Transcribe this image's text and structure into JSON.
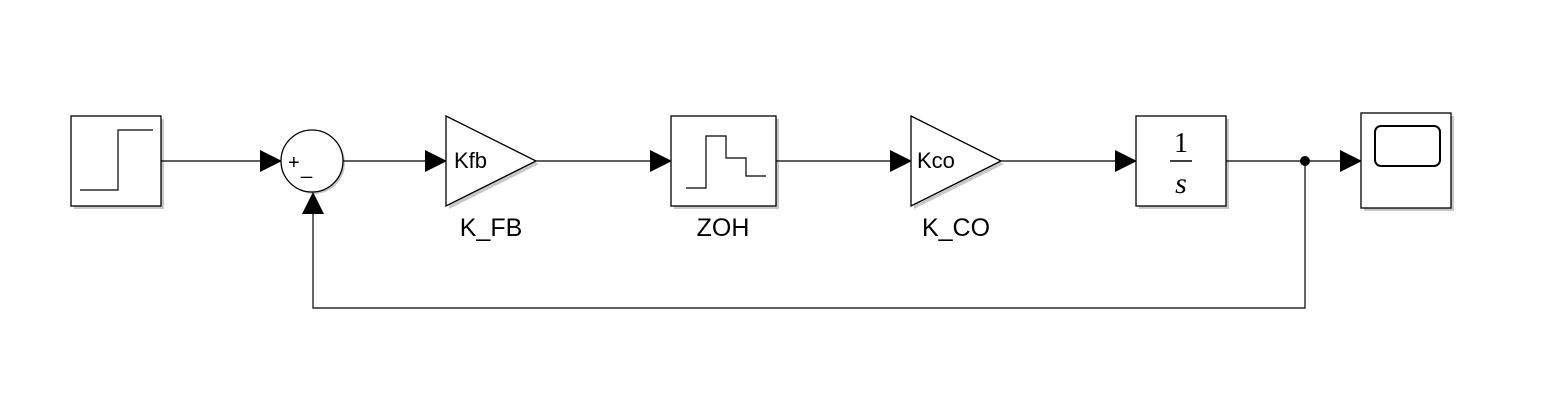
{
  "blocks": {
    "step": {},
    "sum": {
      "plus_sign": "+",
      "minus_sign": "_"
    },
    "k_fb": {
      "gain_text": "Kfb",
      "name": "K_FB"
    },
    "zoh": {
      "name": "ZOH"
    },
    "k_co": {
      "gain_text": "Kco",
      "name": "K_CO"
    },
    "integrator": {
      "numerator": "1",
      "denominator": "s"
    },
    "scope": {}
  },
  "colors": {
    "line": "#000000",
    "block_fill": "#ffffff",
    "shadow": "#c8c8c8"
  }
}
